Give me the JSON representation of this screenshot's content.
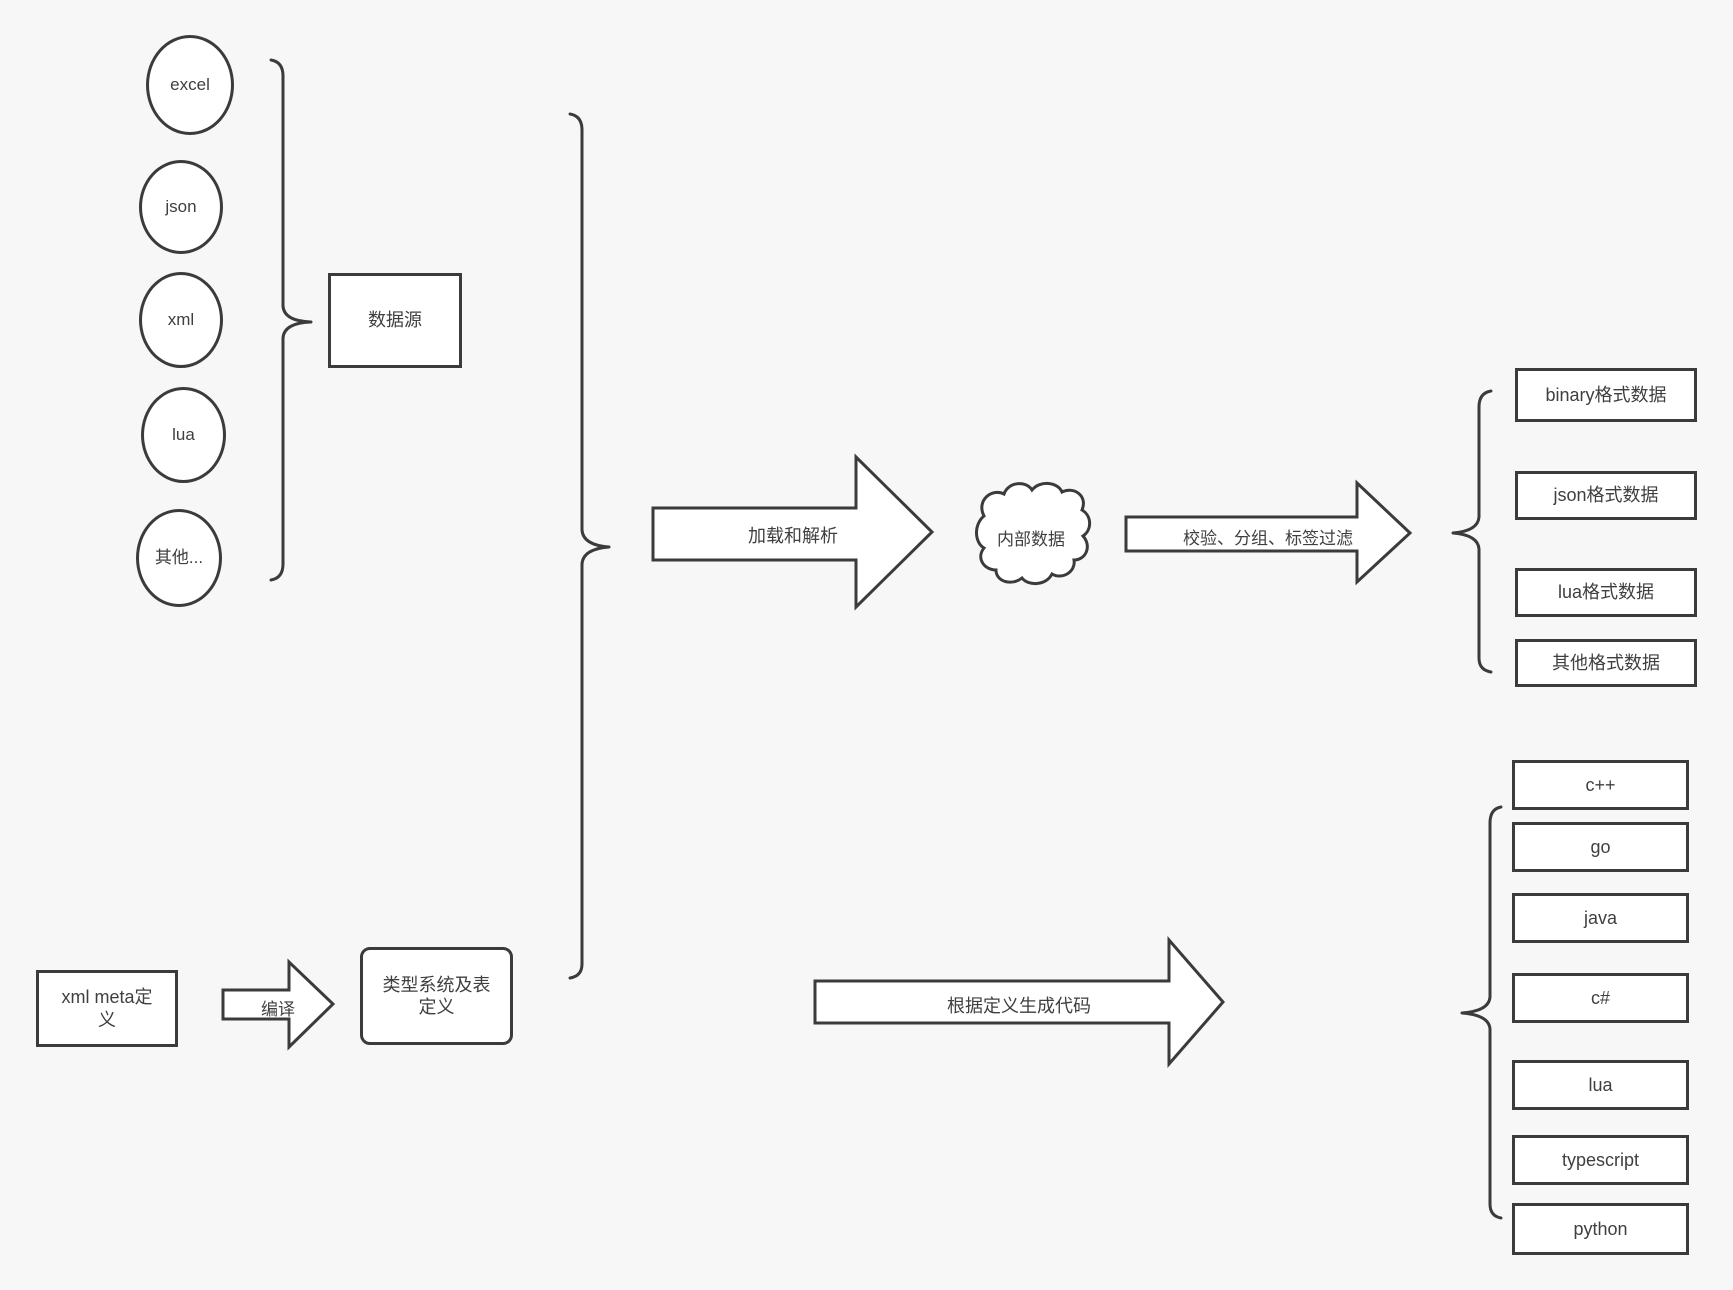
{
  "palette": {
    "background": "#f7f7f7",
    "line": "#3b3b3b",
    "shape_fill": "#ffffff",
    "text": "#3f3f3f"
  },
  "sources": {
    "group_label": "数据源",
    "items": [
      {
        "label": "excel"
      },
      {
        "label": "json"
      },
      {
        "label": "xml"
      },
      {
        "label": "lua"
      },
      {
        "label": "其他..."
      }
    ]
  },
  "pipeline": {
    "load_arrow_label": "加载和解析",
    "cloud_label": "内部数据",
    "filter_arrow_label": "校验、分组、标签过滤",
    "compile_arrow_label": "编译",
    "generate_arrow_label": "根据定义生成代码"
  },
  "definitions": {
    "xml_meta_lines": [
      "xml meta定",
      "义"
    ],
    "type_system_lines": [
      "类型系统及表",
      "定义"
    ]
  },
  "outputs": {
    "items": [
      {
        "label": "binary格式数据"
      },
      {
        "label": "json格式数据"
      },
      {
        "label": "lua格式数据"
      },
      {
        "label": "其他格式数据"
      }
    ]
  },
  "languages": {
    "items": [
      {
        "label": "c++"
      },
      {
        "label": "go"
      },
      {
        "label": "java"
      },
      {
        "label": "c#"
      },
      {
        "label": "lua"
      },
      {
        "label": "typescript"
      },
      {
        "label": "python"
      }
    ]
  }
}
